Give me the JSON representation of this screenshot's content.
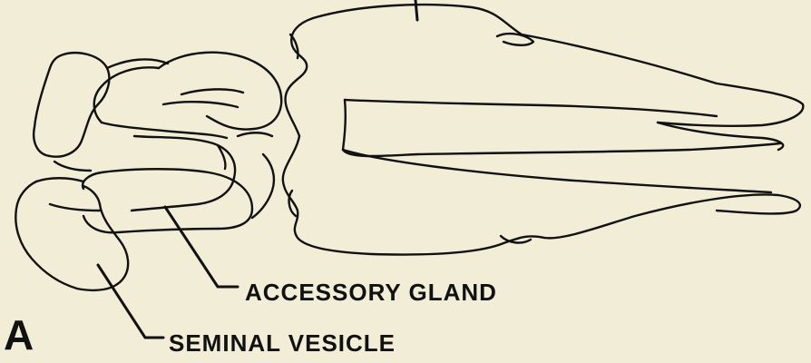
{
  "figure": {
    "panel_letter": "A",
    "labels": {
      "accessory_gland": "ACCESSORY GLAND",
      "seminal_vesicle": "SEMINAL VESICLE"
    }
  },
  "colors": {
    "background": "#f1edd7",
    "ink": "#111111"
  }
}
